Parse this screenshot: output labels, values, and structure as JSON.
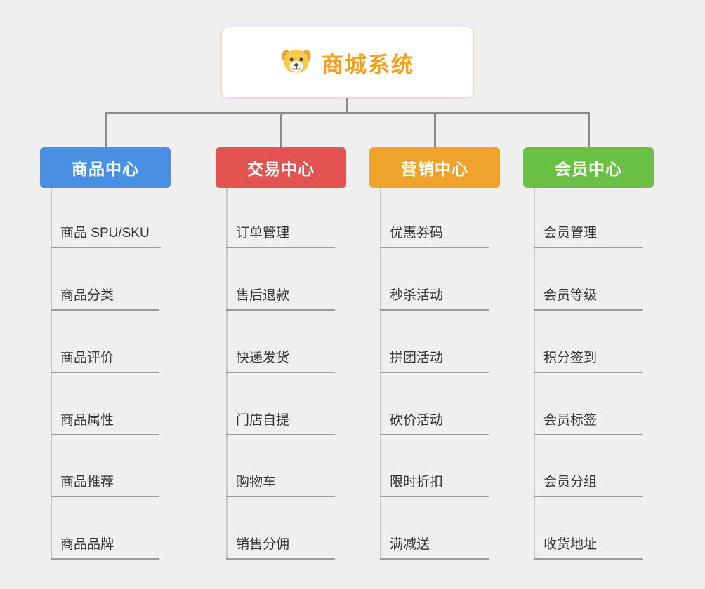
{
  "root": {
    "title": "商城系统",
    "title_color": "#f9a01b",
    "icon": "dog-icon"
  },
  "branches": [
    {
      "label": "商品中心",
      "color": "#4a90e2",
      "children": [
        "商品 SPU/SKU",
        "商品分类",
        "商品评价",
        "商品属性",
        "商品推荐",
        "商品品牌"
      ]
    },
    {
      "label": "交易中心",
      "color": "#e25352",
      "children": [
        "订单管理",
        "售后退款",
        "快递发货",
        "门店自提",
        "购物车",
        "销售分佣"
      ]
    },
    {
      "label": "营销中心",
      "color": "#efa32c",
      "children": [
        "优惠券码",
        "秒杀活动",
        "拼团活动",
        "砍价活动",
        "限时折扣",
        "满减送"
      ]
    },
    {
      "label": "会员中心",
      "color": "#6abf45",
      "children": [
        "会员管理",
        "会员等级",
        "积分签到",
        "会员标签",
        "会员分组",
        "收货地址"
      ]
    }
  ]
}
